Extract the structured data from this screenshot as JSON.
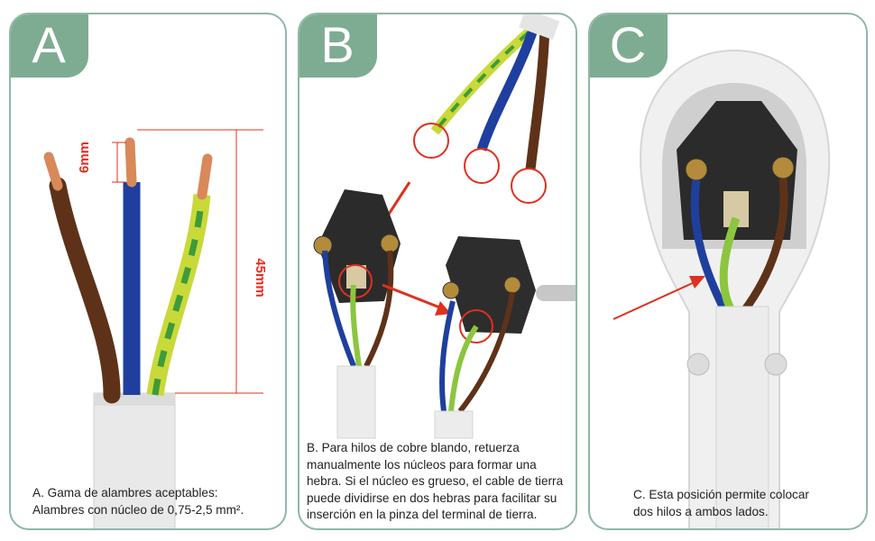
{
  "panels": [
    {
      "letter": "A",
      "caption_lines": [
        "A. Gama de alambres aceptables:",
        "Alambres con núcleo de 0,75-2,5 mm²."
      ],
      "dimensions": {
        "strip": "6mm",
        "length": "45mm"
      }
    },
    {
      "letter": "B",
      "caption_lines": [
        "B. Para hilos de cobre blando, retuerza",
        "manualmente los núcleos para formar una",
        "hebra. Si el núcleo es grueso, el cable de tierra",
        "puede dividirse en dos hebras para facilitar su",
        "inserción en la pinza del terminal de tierra."
      ]
    },
    {
      "letter": "C",
      "caption_lines": [
        "C. Esta posición permite colocar",
        "dos hilos a ambos lados."
      ]
    }
  ],
  "colors": {
    "border": "#8fb8a4",
    "badge": "#7eac92",
    "annotation_red": "#e0301e",
    "wire_brown": "#6b3a1f",
    "wire_blue": "#1f3f9e",
    "wire_green_yellow": "#8cc63f",
    "copper": "#d9885a"
  }
}
